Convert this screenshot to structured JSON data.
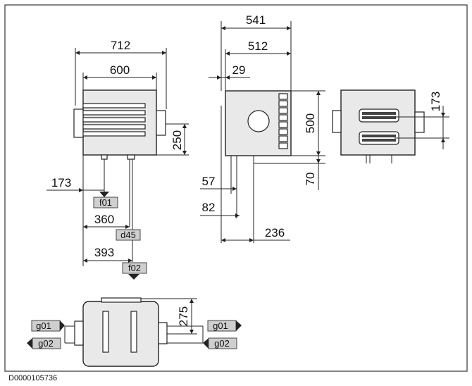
{
  "dimensions": {
    "front_712": "712",
    "front_600": "600",
    "front_250": "250",
    "front_173": "173",
    "front_360": "360",
    "front_393": "393",
    "side_541": "541",
    "side_512": "512",
    "side_29": "29",
    "side_500": "500",
    "side_70": "70",
    "side_57": "57",
    "side_82": "82",
    "side_236": "236",
    "rear_173": "173",
    "top_275": "275"
  },
  "connections": {
    "f01": "f01",
    "d45": "d45",
    "f02": "f02",
    "g01_left": "g01",
    "g02_left": "g02",
    "g01_right": "g01",
    "g02_right": "g02"
  },
  "drawing_code": "D0000105736"
}
